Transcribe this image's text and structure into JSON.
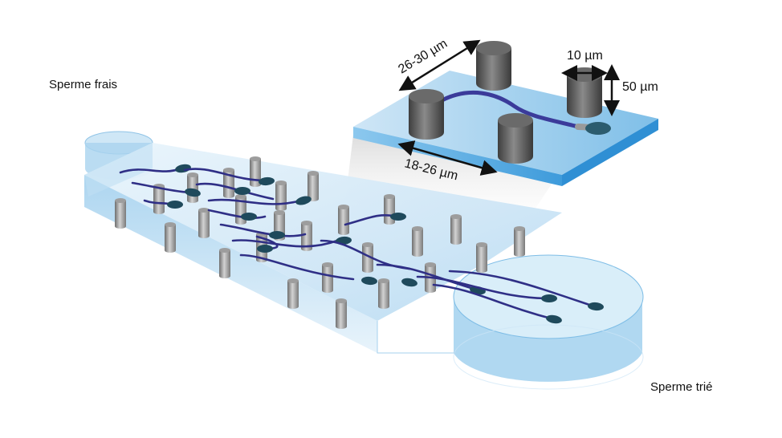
{
  "labels": {
    "inlet": "Sperme frais",
    "outlet": "Sperme trié"
  },
  "dimensions": {
    "pillar_pitch_diagonal": "26-30 µm",
    "pillar_gap": "18-26 µm",
    "pillar_diameter": "10 µm",
    "pillar_height": "50 µm"
  },
  "colors": {
    "channel_light": "#d6ebf7",
    "channel_mid": "#9fcbea",
    "channel_edge": "#5aa8dd",
    "pillar": "#8f8f8f",
    "pillar_dark": "#4b4b4b",
    "sperm_head": "#1f4a5c",
    "sperm_tail": "#2f2f86"
  }
}
